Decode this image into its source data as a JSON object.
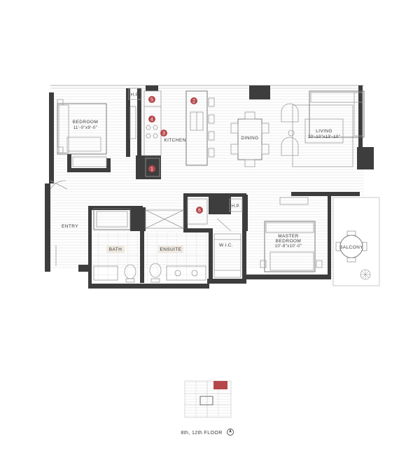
{
  "rooms": {
    "bedroom": {
      "name": "BEDROOM",
      "dims": "11'-0\"x9'-0\""
    },
    "kitchen": {
      "name": "KITCHEN"
    },
    "dining": {
      "name": "DINING"
    },
    "living": {
      "name": "LIVING",
      "dims": "20'-10\"x13'-10\""
    },
    "entry": {
      "name": "ENTRY"
    },
    "bath": {
      "name": "BATH"
    },
    "ensuite": {
      "name": "ENSUITE"
    },
    "wic": {
      "name": "W.I.C."
    },
    "master": {
      "name_line1": "MASTER",
      "name_line2": "BEDROOM",
      "dims": "10'-8\"x10'-0\""
    },
    "balcony": {
      "name": "BALCONY"
    },
    "hp1": {
      "name": "H.P."
    },
    "hp2": {
      "name": "H.P."
    }
  },
  "markers": [
    "1",
    "2",
    "3",
    "4",
    "5",
    "6"
  ],
  "floor_label": "8th, 12th FLOOR",
  "colors": {
    "wall": "#3d3d3d",
    "marker": "#b5474b",
    "keyplan_highlight": "#b5474b"
  },
  "icons": {
    "compass": "compass-icon",
    "north": "north-arrow-icon"
  }
}
